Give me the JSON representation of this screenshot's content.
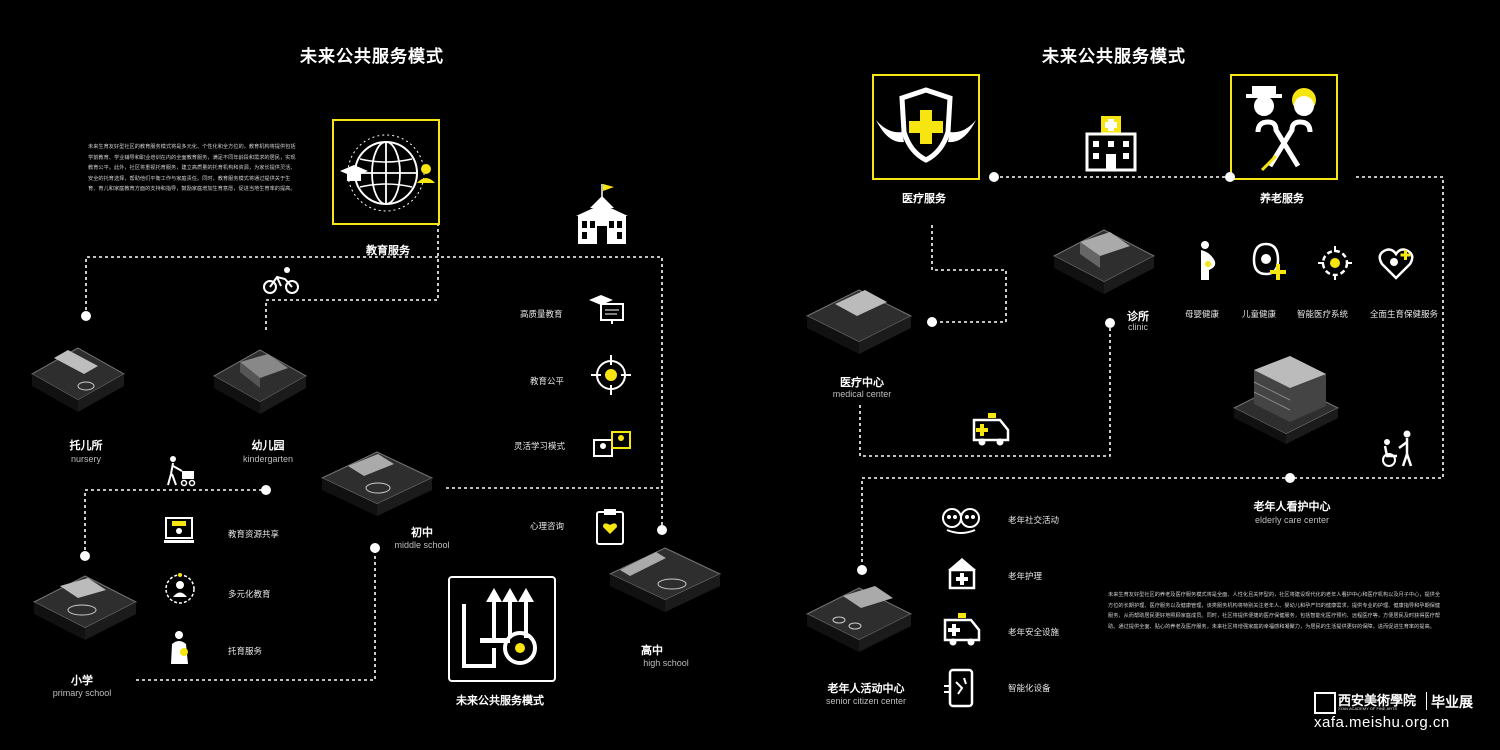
{
  "left": {
    "title": "未来公共服务模式",
    "paragraph": "未来生育友好型社区的教育服务模式将是多元化、个性化和全方位的，教育机构将提供包括学前教育、学业辅导和职业培训在内的全面教育服务，满足不同年龄段和需求的居民，实现教育公平。此外，社区将重视托育服务，建立高质量的托育机构和资源，为家长提供灵活、安全的托育选择，帮助他们平衡工作与家庭责任。同时，教育服务模式将通过提供关于生育、育儿和家庭教育方面的支持和指导，鼓励家庭增加生育意愿，促进当地生育率的提高。",
    "hub": {
      "label": "教育服务",
      "icon": "globe-education-icon"
    },
    "nodes": {
      "nursery": {
        "cn": "托儿所",
        "en": "nursery"
      },
      "kindergarten": {
        "cn": "幼儿园",
        "en": "kindergarten"
      },
      "middle": {
        "cn": "初中",
        "en": "middle school"
      },
      "primary": {
        "cn": "小学",
        "en": "primary school"
      },
      "high": {
        "cn": "高中",
        "en": "high school"
      }
    },
    "features": [
      "高质量教育",
      "教育公平",
      "灵活学习模式",
      "心理咨询"
    ],
    "primary_features": [
      "教育资源共享",
      "多元化教育",
      "托育服务"
    ],
    "bottom_label": "未来公共服务模式"
  },
  "right": {
    "title": "未来公共服务模式",
    "medical": {
      "label": "医疗服务",
      "icon": "medical-shield-icon"
    },
    "elderly": {
      "label": "养老服务",
      "icon": "elderly-couple-icon"
    },
    "nodes": {
      "medical_center": {
        "cn": "医疗中心",
        "en": "medical center"
      },
      "clinic": {
        "cn": "诊所",
        "en": "clinic"
      },
      "care_center": {
        "cn": "老年人看护中心",
        "en": "elderly care center"
      },
      "activity_center": {
        "cn": "老年人活动中心",
        "en": "senior citizen center"
      }
    },
    "health_features": [
      "母婴健康",
      "儿童健康",
      "智能医疗系统",
      "全面生育保健服务"
    ],
    "elder_features": [
      "老年社交活动",
      "老年护理",
      "老年安全设施",
      "智能化设备"
    ],
    "paragraph": "未来生育友好型社区的养老及医疗服务模式将是全面、人性化且关怀型的，社区将建设现代化的老年人看护中心和医疗机构以及月子中心，提供全方位的长期护理、医疗服务以及健康管理，该类服务机构将特别关注老年人、婴幼儿和孕产妇的健康需求，提供专业的护理、健康指导和孕期保健服务，从而帮助居民更好地照顾家庭成员。同时，社区将提供便捷的医疗保健服务，包括智能化医疗预约、远程医疗等，方便居民及时获得医疗帮助。通过提供全面、贴心的养老及医疗服务，未来社区将增强家庭的幸福感和凝聚力，为居民的生活提供更好的保障，进而促进生育率的提高。",
    "footer": {
      "school_cn": "西安美術學院",
      "school_en": "XI'AN ACADEMY OF FINE ARTS",
      "show": "毕业展",
      "url": "xafa.meishu.org.cn"
    }
  },
  "colors": {
    "accent": "#f6e510",
    "bg": "#000000",
    "line": "#ffffff"
  }
}
